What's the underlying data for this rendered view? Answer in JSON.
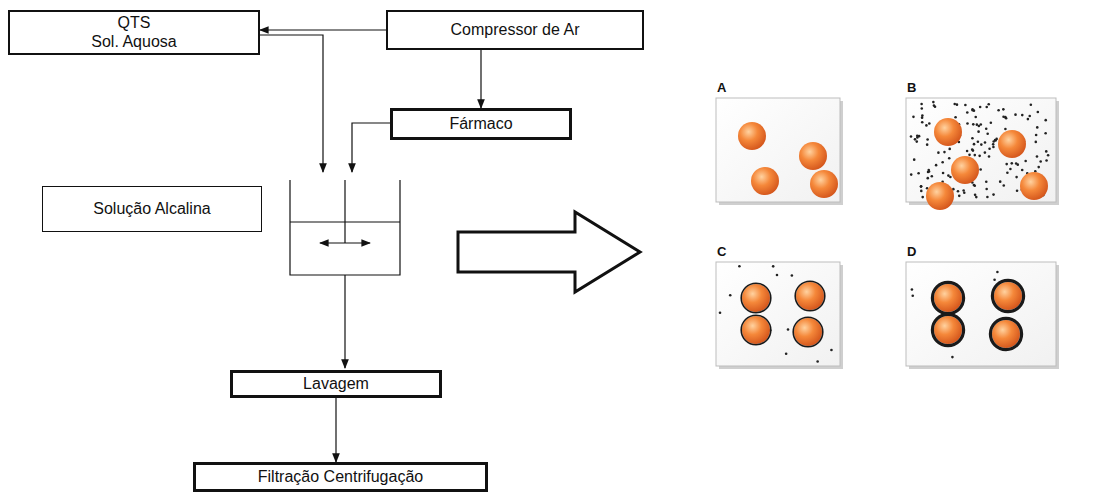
{
  "diagram": {
    "nodes": [
      {
        "text": [
          "QTS",
          "Sol. Aquosa"
        ]
      },
      {
        "text": [
          "Compressor de Ar"
        ]
      },
      {
        "text": [
          "Fármaco"
        ]
      },
      {
        "text": [
          "Solução Alcalina"
        ]
      },
      {
        "text": [
          "Lavagem"
        ]
      },
      {
        "text": [
          "Filtração Centrifugação"
        ]
      }
    ],
    "edges": [
      {
        "from": 1,
        "to": 0,
        "arrow": "to"
      },
      {
        "from": 1,
        "to": 2,
        "arrow": "to"
      },
      {
        "from": 4,
        "to": 5,
        "arrow": "to"
      }
    ],
    "labels": [
      "A",
      "B",
      "C",
      "D"
    ]
  }
}
